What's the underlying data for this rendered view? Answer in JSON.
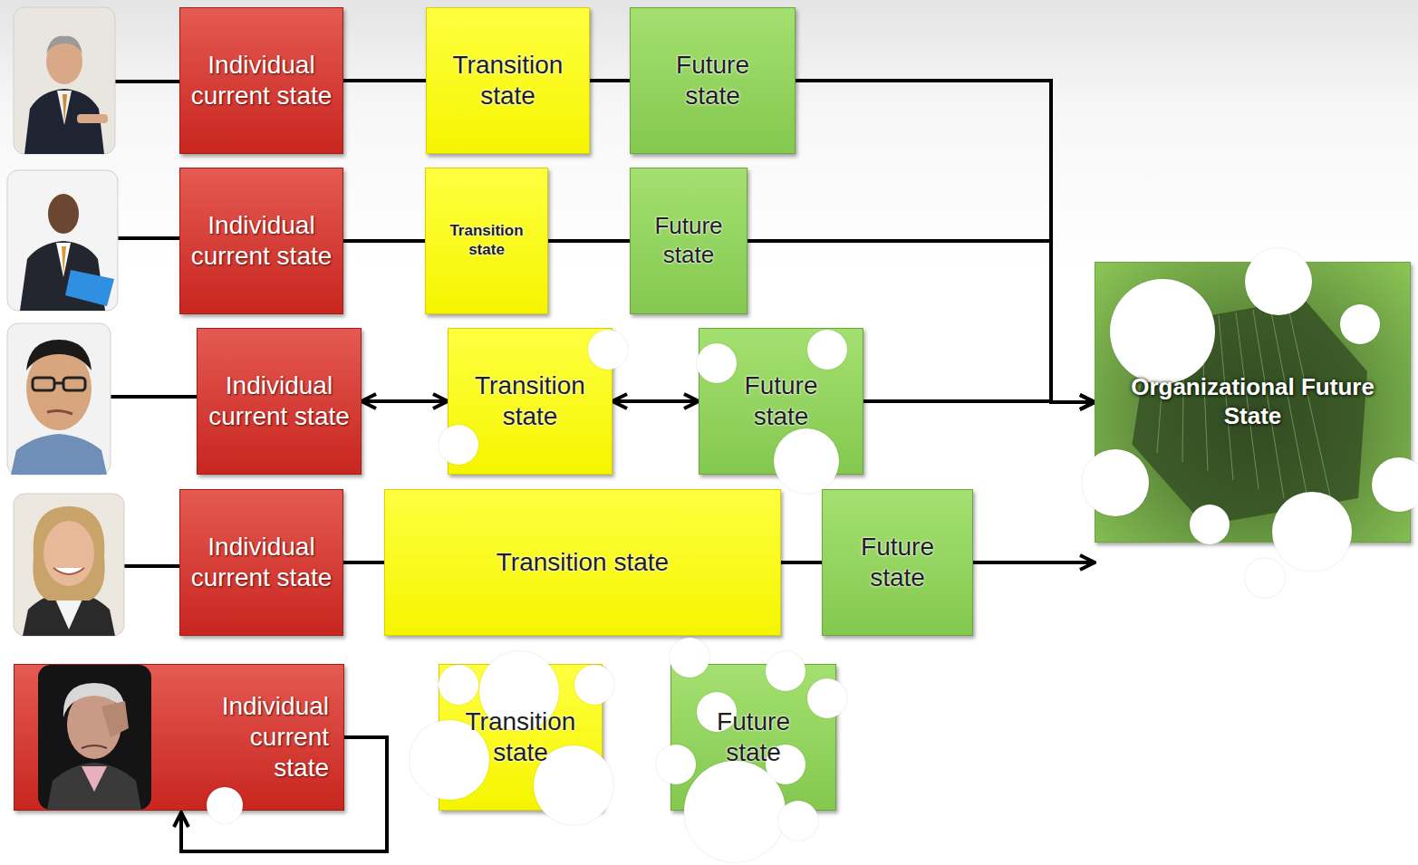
{
  "diagram": {
    "nodes": [
      {
        "text": [
          "Individual current state"
        ]
      },
      {
        "text": [
          "Transition state"
        ]
      },
      {
        "text": [
          "Future state"
        ]
      },
      {
        "text": [
          "Individual current state"
        ]
      },
      {
        "text": [
          "Transition state"
        ]
      },
      {
        "text": [
          "Future state"
        ]
      },
      {
        "text": [
          "Individual current state"
        ]
      },
      {
        "text": [
          "Transition state"
        ]
      },
      {
        "text": [
          "Future state"
        ]
      },
      {
        "text": [
          "Individual current state"
        ]
      },
      {
        "text": [
          "Transition state"
        ]
      },
      {
        "text": [
          "Future state"
        ]
      },
      {
        "text": [
          "Individual current state"
        ]
      },
      {
        "text": [
          "Transition state"
        ]
      },
      {
        "text": [
          "Future state"
        ]
      },
      {
        "text": [
          "Organizational Future State"
        ]
      }
    ],
    "edges": [
      {
        "from": 0,
        "to": 1,
        "arrow": "none"
      },
      {
        "from": 1,
        "to": 2,
        "arrow": "none"
      },
      {
        "from": 3,
        "to": 4,
        "arrow": "none"
      },
      {
        "from": 4,
        "to": 5,
        "arrow": "none"
      },
      {
        "from": 6,
        "to": 7,
        "arrow": "both"
      },
      {
        "from": 7,
        "to": 8,
        "arrow": "both"
      },
      {
        "from": 9,
        "to": 10,
        "arrow": "none"
      },
      {
        "from": 10,
        "to": 11,
        "arrow": "none"
      },
      {
        "from": 2,
        "to": 15,
        "arrow": "to"
      },
      {
        "from": 5,
        "to": 15,
        "arrow": "to"
      },
      {
        "from": 8,
        "to": 15,
        "arrow": "to"
      },
      {
        "from": 11,
        "to": 15,
        "arrow": "to"
      },
      {
        "from": 12,
        "to": 12,
        "arrow": "to"
      }
    ]
  }
}
